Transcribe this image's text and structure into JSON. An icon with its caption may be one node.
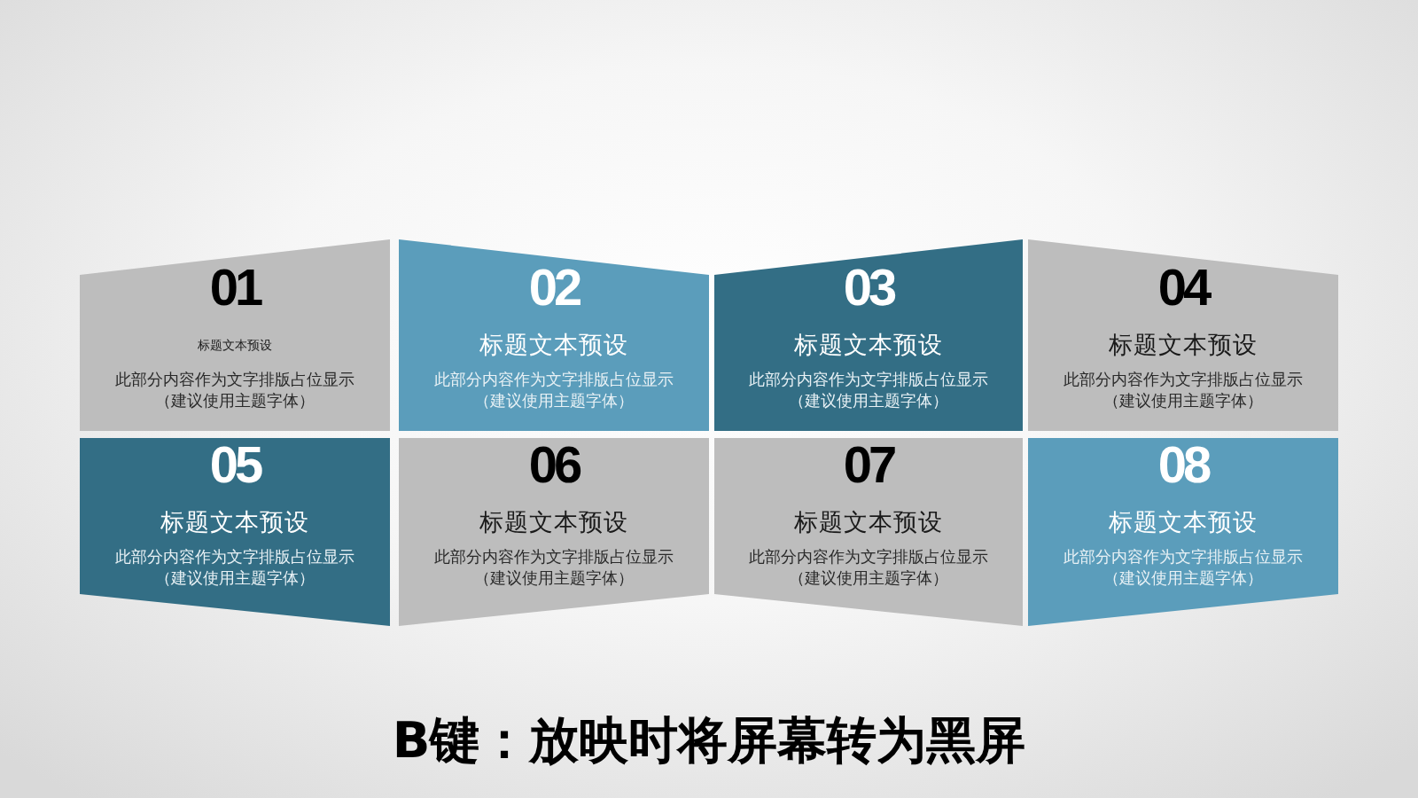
{
  "diagram": {
    "caption": "B键：放映时将屏幕转为黑屏",
    "nodes": [
      {
        "text": [
          "01",
          "标题文本预设",
          "此部分内容作为文字排版占位显示（建议使用主题字体）"
        ]
      },
      {
        "text": [
          "02",
          "标题文本预设",
          "此部分内容作为文字排版占位显示（建议使用主题字体）"
        ]
      },
      {
        "text": [
          "03",
          "标题文本预设",
          "此部分内容作为文字排版占位显示（建议使用主题字体）"
        ]
      },
      {
        "text": [
          "04",
          "标题文本预设",
          "此部分内容作为文字排版占位显示（建议使用主题字体）"
        ]
      },
      {
        "text": [
          "05",
          "标题文本预设",
          "此部分内容作为文字排版占位显示（建议使用主题字体）"
        ]
      },
      {
        "text": [
          "06",
          "标题文本预设",
          "此部分内容作为文字排版占位显示（建议使用主题字体）"
        ]
      },
      {
        "text": [
          "07",
          "标题文本预设",
          "此部分内容作为文字排版占位显示（建议使用主题字体）"
        ]
      },
      {
        "text": [
          "08",
          "标题文本预设",
          "此部分内容作为文字排版占位显示（建议使用主题字体）"
        ]
      }
    ]
  }
}
